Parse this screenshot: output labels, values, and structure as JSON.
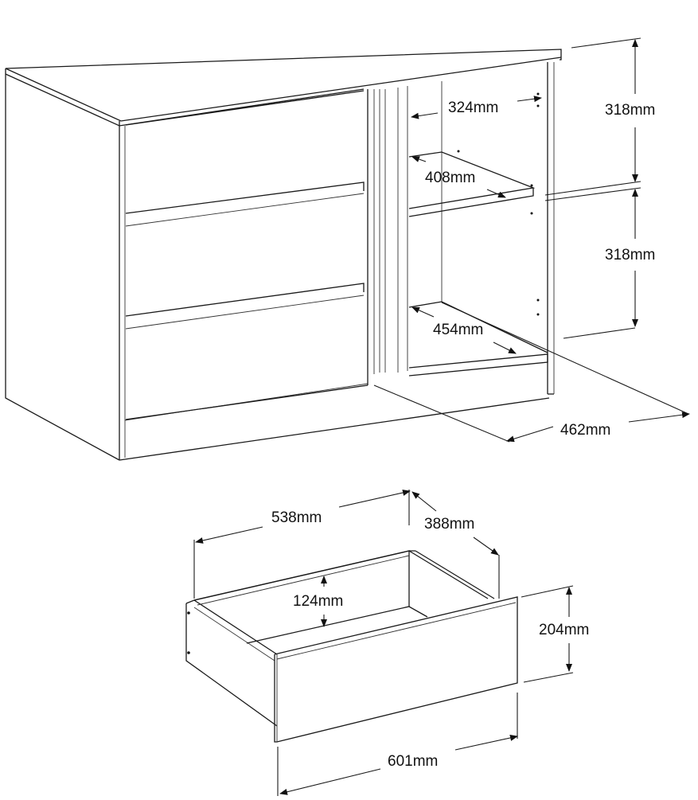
{
  "diagram": {
    "type": "furniture-dimension-diagram",
    "subject": "dresser with 3 drawers and open shelf compartment",
    "cabinet": {
      "dimensions": {
        "shelf_top_depth_inner": "324mm",
        "shelf_depth": "408mm",
        "upper_compartment_height": "318mm",
        "lower_compartment_height": "318mm",
        "bottom_depth_inner": "454mm",
        "overall_depth": "462mm"
      }
    },
    "drawer": {
      "dimensions": {
        "inner_width": "538mm",
        "inner_depth": "388mm",
        "inner_height": "124mm",
        "front_height": "204mm",
        "front_width": "601mm"
      }
    },
    "colors": {
      "line": "#1a1a1a",
      "background": "#ffffff"
    }
  }
}
